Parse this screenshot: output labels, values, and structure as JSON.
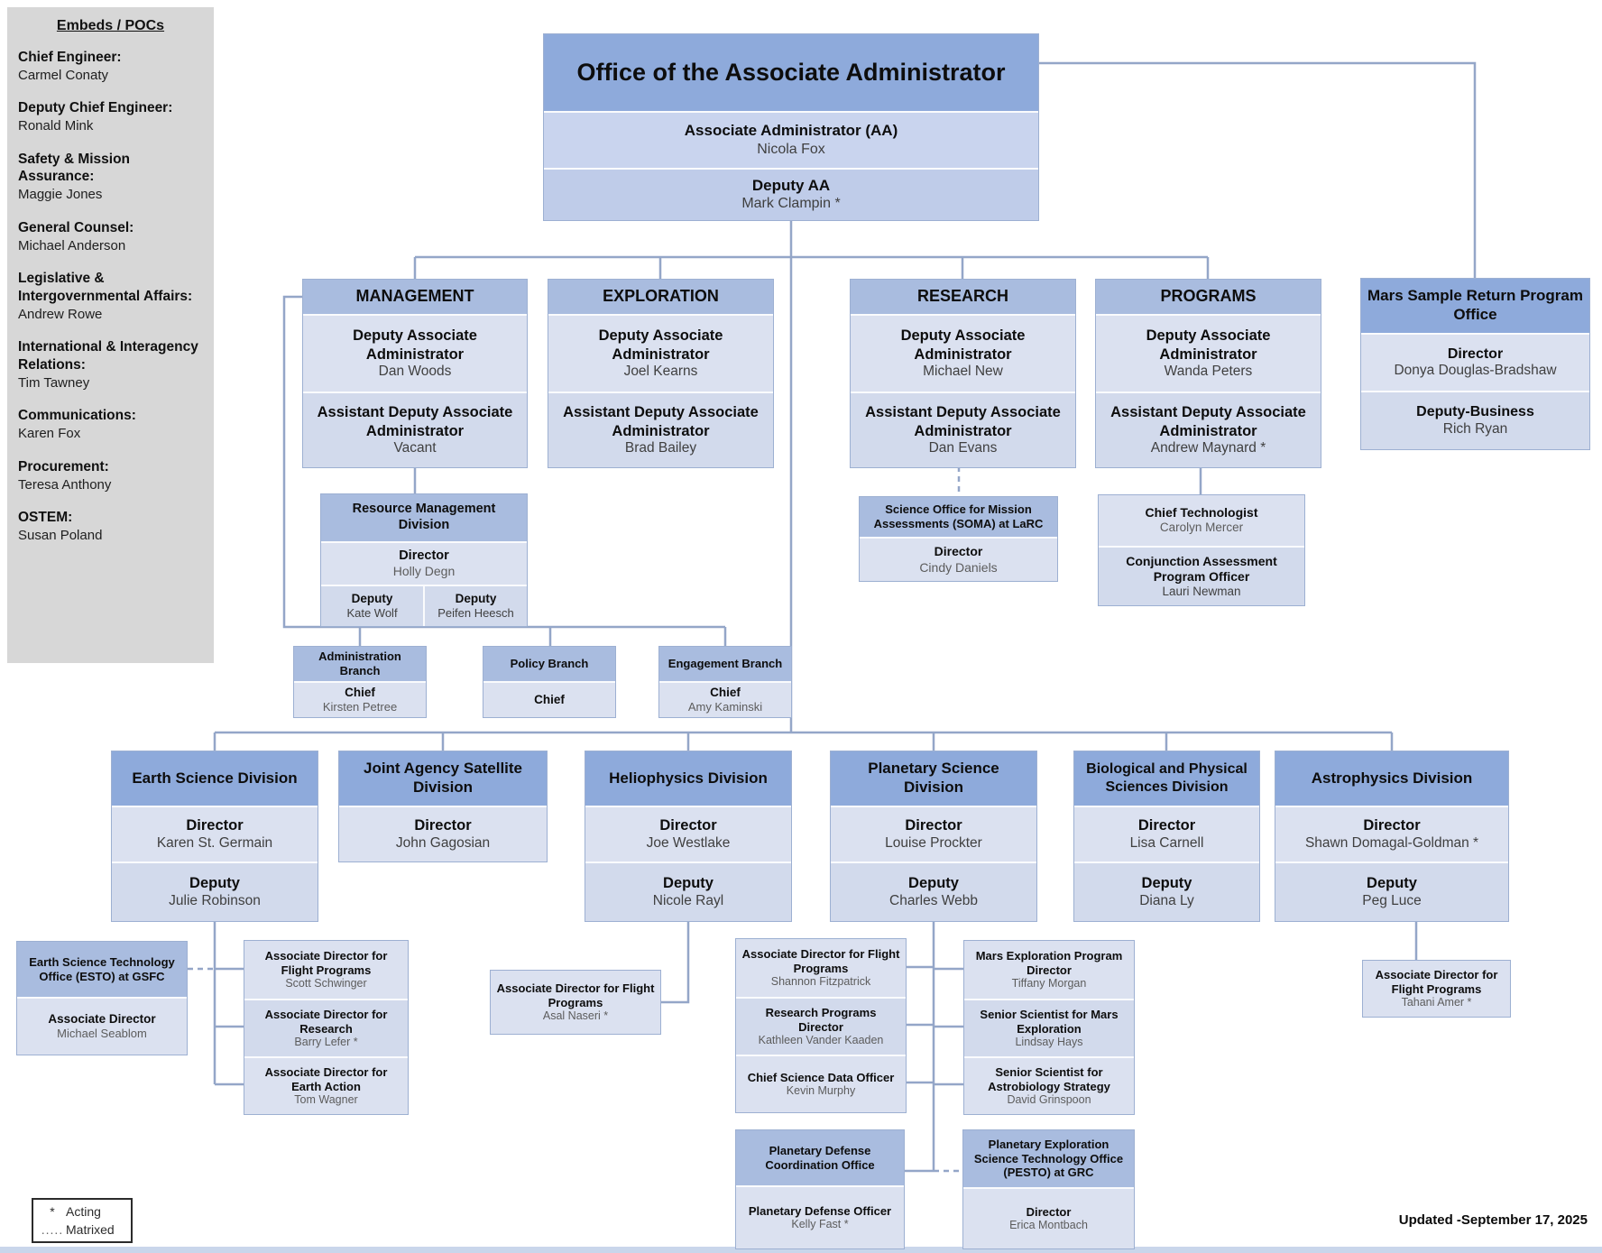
{
  "sidebar": {
    "title": "Embeds / POCs",
    "items": [
      {
        "role": "Chief Engineer:",
        "name": "Carmel Conaty"
      },
      {
        "role": "Deputy Chief Engineer:",
        "name": "Ronald Mink"
      },
      {
        "role": "Safety & Mission Assurance:",
        "name": "Maggie Jones"
      },
      {
        "role": "General Counsel:",
        "name": "Michael Anderson"
      },
      {
        "role": "Legislative & Intergovernmental Affairs:",
        "name": "Andrew Rowe"
      },
      {
        "role": "International & Interagency Relations:",
        "name": "Tim Tawney"
      },
      {
        "role": "Communications:",
        "name": "Karen Fox"
      },
      {
        "role": "Procurement:",
        "name": "Teresa Anthony"
      },
      {
        "role": "OSTEM:",
        "name": "Susan Poland"
      }
    ]
  },
  "root": {
    "title": "Office of the Associate Administrator",
    "rows": [
      {
        "title": "Associate Administrator (AA)",
        "name": "Nicola Fox"
      },
      {
        "title": "Deputy AA",
        "name": "Mark Clampin *"
      }
    ]
  },
  "labels": {
    "director": "Director",
    "deputy": "Deputy",
    "chief": "Chief"
  },
  "columns": [
    {
      "header": "MANAGEMENT",
      "rows": [
        {
          "title": "Deputy Associate Administrator",
          "name": "Dan Woods"
        },
        {
          "title": "Assistant Deputy Associate Administrator",
          "name": "Vacant"
        }
      ]
    },
    {
      "header": "EXPLORATION",
      "rows": [
        {
          "title": "Deputy Associate Administrator",
          "name": "Joel Kearns"
        },
        {
          "title": "Assistant Deputy Associate Administrator",
          "name": "Brad Bailey"
        }
      ]
    },
    {
      "header": "RESEARCH",
      "rows": [
        {
          "title": "Deputy Associate Administrator",
          "name": "Michael New"
        },
        {
          "title": "Assistant Deputy Associate Administrator",
          "name": "Dan Evans"
        }
      ]
    },
    {
      "header": "PROGRAMS",
      "rows": [
        {
          "title": "Deputy Associate Administrator",
          "name": "Wanda Peters"
        },
        {
          "title": "Assistant Deputy Associate Administrator",
          "name": "Andrew Maynard *"
        }
      ]
    }
  ],
  "msr": {
    "header": "Mars Sample Return Program Office",
    "rows": [
      {
        "title": "Director",
        "name": "Donya Douglas-Bradshaw"
      },
      {
        "title": "Deputy-Business",
        "name": "Rich Ryan"
      }
    ]
  },
  "rmd": {
    "header": "Resource Management Division",
    "director": {
      "title": "Director",
      "name": "Holly Degn"
    },
    "deputies": [
      {
        "title": "Deputy",
        "name": "Kate Wolf"
      },
      {
        "title": "Deputy",
        "name": "Peifen Heesch"
      }
    ]
  },
  "soma": {
    "header": "Science Office for Mission Assessments (SOMA) at LaRC",
    "director": {
      "title": "Director",
      "name": "Cindy Daniels"
    }
  },
  "programs_staff": [
    {
      "title": "Chief Technologist",
      "name": "Carolyn Mercer"
    },
    {
      "title": "Conjunction Assessment Program Officer",
      "name": "Lauri Newman"
    }
  ],
  "branches": [
    {
      "header": "Administration Branch",
      "title": "Chief",
      "name": "Kirsten Petree"
    },
    {
      "header": "Policy Branch",
      "title": "Chief",
      "name": ""
    },
    {
      "header": "Engagement Branch",
      "title": "Chief",
      "name": "Amy Kaminski"
    }
  ],
  "divisions": [
    {
      "header": "Earth Science Division",
      "director": "Karen St. Germain",
      "deputy": "Julie Robinson"
    },
    {
      "header": "Joint Agency Satellite Division",
      "director": "John Gagosian"
    },
    {
      "header": "Heliophysics Division",
      "director": "Joe Westlake",
      "deputy": "Nicole Rayl"
    },
    {
      "header": "Planetary Science Division",
      "director": "Louise Prockter",
      "deputy": "Charles Webb"
    },
    {
      "header": "Biological and Physical Sciences Division",
      "director": "Lisa Carnell",
      "deputy": "Diana Ly"
    },
    {
      "header": "Astrophysics Division",
      "director": "Shawn Domagal-Goldman *",
      "deputy": "Peg Luce"
    }
  ],
  "esd_children": {
    "esto": {
      "header": "Earth Science Technology Office (ESTO) at GSFC",
      "title": "Associate Director",
      "name": "Michael Seablom"
    },
    "stack": [
      {
        "title": "Associate Director for Flight Programs",
        "name": "Scott Schwinger"
      },
      {
        "title": "Associate Director for Research",
        "name": "Barry Lefer *"
      },
      {
        "title": "Associate Director for Earth Action",
        "name": "Tom Wagner"
      }
    ]
  },
  "helio_children": [
    {
      "title": "Associate Director for Flight Programs",
      "name": "Asal Naseri *"
    }
  ],
  "psd_children": {
    "left": [
      {
        "title": "Associate Director for Flight Programs",
        "name": "Shannon Fitzpatrick"
      },
      {
        "title": "Research Programs Director",
        "name": "Kathleen Vander Kaaden"
      },
      {
        "title": "Chief Science Data Officer",
        "name": "Kevin Murphy"
      }
    ],
    "right": [
      {
        "title": "Mars Exploration Program Director",
        "name": "Tiffany Morgan"
      },
      {
        "title": "Senior Scientist for Mars Exploration",
        "name": "Lindsay Hays"
      },
      {
        "title": "Senior Scientist for Astrobiology Strategy",
        "name": "David Grinspoon"
      }
    ],
    "pdco": {
      "header": "Planetary Defense Coordination Office",
      "title": "Planetary Defense Officer",
      "name": "Kelly Fast *"
    },
    "pesto": {
      "header": "Planetary Exploration Science Technology Office (PESTO) at GRC",
      "title": "Director",
      "name": "Erica Montbach"
    }
  },
  "apd_children": [
    {
      "title": "Associate Director for Flight Programs",
      "name": "Tahani Amer *"
    }
  ],
  "legend": {
    "acting_symbol": "*",
    "acting_label": "Acting",
    "matrixed_symbol": ".....",
    "matrixed_label": "Matrixed"
  },
  "footer": {
    "updated": "Updated -September 17, 2025"
  },
  "colors": {
    "header_dark": "#8eaadb",
    "header_mid": "#a9bcdf",
    "row_light": "#dbe1f0",
    "row_mid": "#d2daec",
    "sidebar_bg": "#d7d7d7",
    "connector": "#94a6c8"
  }
}
